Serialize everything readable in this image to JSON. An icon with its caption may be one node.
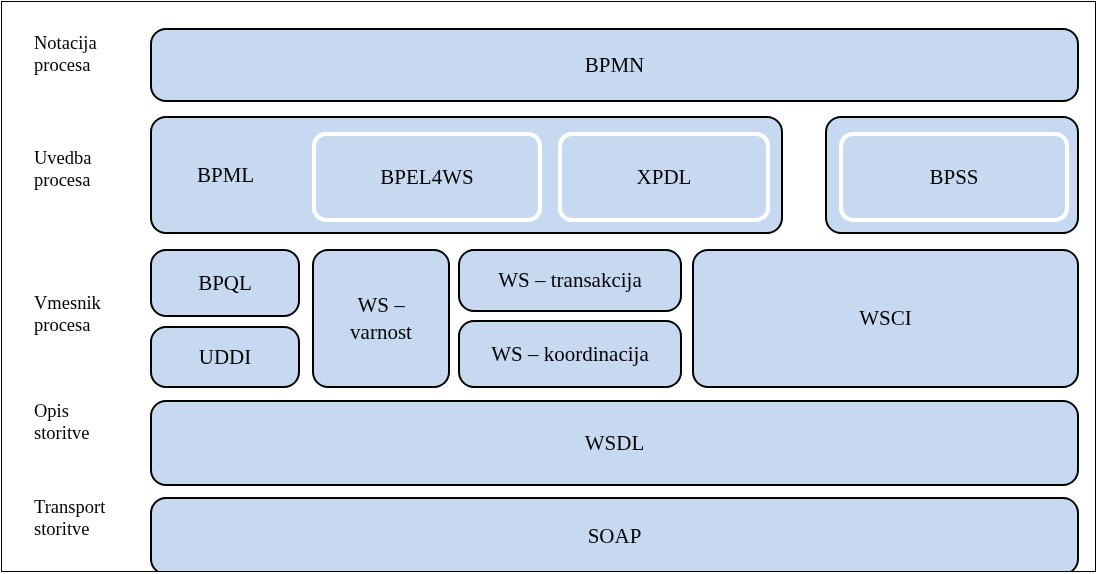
{
  "diagram": {
    "nodes": [
      {
        "text": [
          "BPMN"
        ]
      },
      {
        "text": [
          "BPML"
        ]
      },
      {
        "text": [
          "BPEL4WS"
        ],
        "in": 1
      },
      {
        "text": [
          "XPDL"
        ],
        "in": 1
      },
      {
        "text": [],
        "shape": "box"
      },
      {
        "text": [
          "BPSS"
        ],
        "in": 4
      },
      {
        "text": [
          "BPQL"
        ]
      },
      {
        "text": [
          "UDDI"
        ]
      },
      {
        "text": [
          "WS – varnost"
        ]
      },
      {
        "text": [
          "WS – transakcija"
        ]
      },
      {
        "text": [
          "WS – koordinacija"
        ]
      },
      {
        "text": [
          "WSCI"
        ]
      },
      {
        "text": [
          "WSDL"
        ]
      },
      {
        "text": [
          "SOAP"
        ]
      }
    ],
    "labels": [
      "Notacija procesa",
      "Uvedba procesa",
      "Vmesnik procesa",
      "Opis storitve",
      "Transport storitve"
    ]
  }
}
